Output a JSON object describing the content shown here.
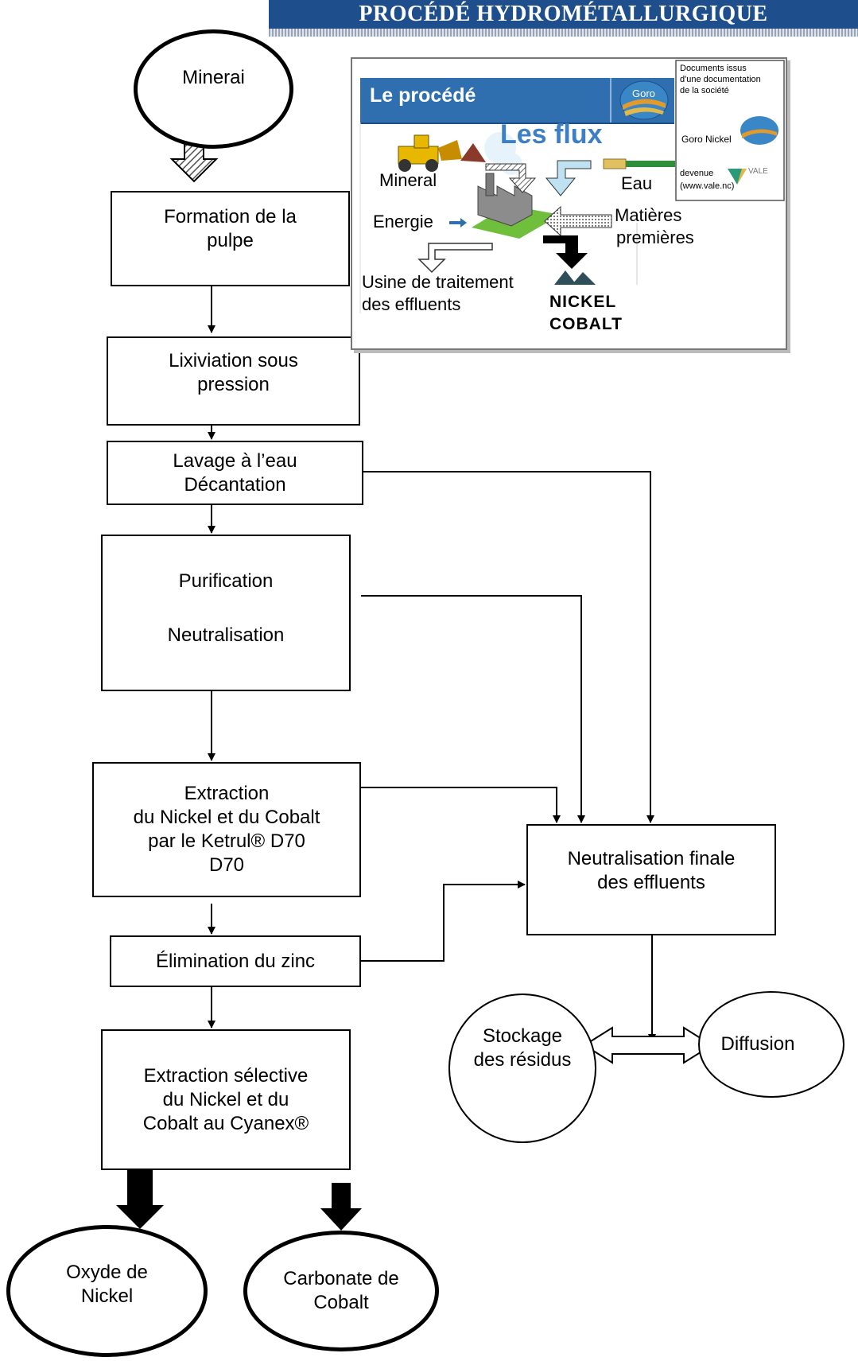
{
  "header": {
    "title": "PROCÉDÉ HYDROMÉTALLURGIQUE"
  },
  "nodes": {
    "minerai": "Minerai",
    "formation": [
      "Formation de la",
      "pulpe"
    ],
    "lixiviation": [
      "Lixiviation sous",
      "pression"
    ],
    "lavage": [
      "Lavage à l’eau",
      "Décantation"
    ],
    "purification": [
      "Purification",
      "Neutralisation"
    ],
    "extraction": [
      "Extraction",
      "du Nickel et du Cobalt",
      "par le Ketrul® D70",
      "D70"
    ],
    "zinc": "Élimination du zinc",
    "selective": [
      "Extraction sélective",
      "du Nickel et du",
      "Cobalt au Cyanex®"
    ],
    "oxyde": [
      "Oxyde de",
      "Nickel"
    ],
    "carbonate": [
      "Carbonate de",
      "Cobalt"
    ],
    "neutralisation_finale": [
      "Neutralisation finale",
      "des effluents"
    ],
    "stockage": [
      "Stockage",
      "des résidus"
    ],
    "diffusion": "Diffusion"
  },
  "inset": {
    "header": "Le procédé",
    "logo": "Goro",
    "flux_title": "Les flux",
    "mineral": "Mineral",
    "eau": "Eau",
    "energie": "Energie",
    "matieres": [
      "Matières",
      "premières"
    ],
    "usine": [
      "Usine de traitement",
      "des effluents"
    ],
    "nickel": "NICKEL",
    "cobalt": "COBALT",
    "source_note": [
      "Documents issus",
      "d'une documentation",
      "de la société"
    ],
    "goro_nickel": "Goro Nickel",
    "devenue": "devenue",
    "vale": "VALE",
    "website": "(www.vale.nc)"
  },
  "colors": {
    "header_bg": "#1f4e8c",
    "inset_header_bg": "#2f6fb0",
    "flux_title": "#3d7fc4",
    "nickel_ore": "#2e4f5a"
  }
}
